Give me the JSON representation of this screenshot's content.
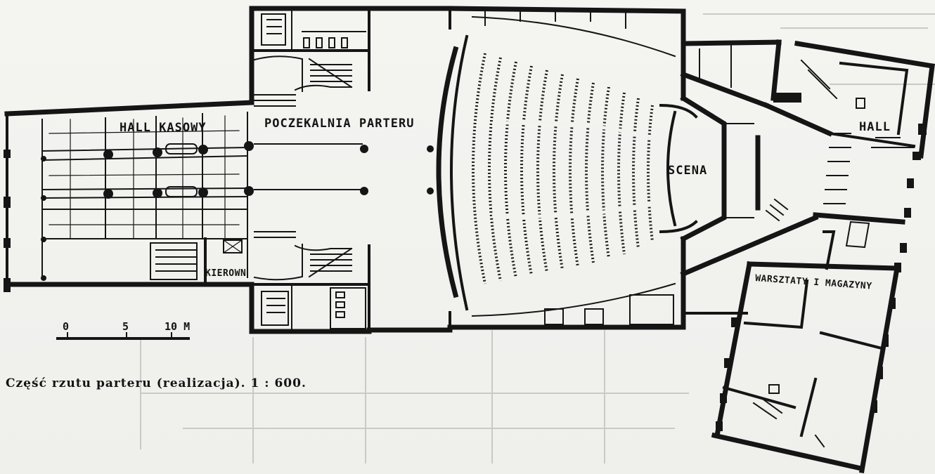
{
  "plan": {
    "labels": {
      "hall_kasowy": "HALL KASOWY",
      "poczekalnia": "POCZEKALNIA PARTERU",
      "scena": "SCENA",
      "hall": "HALL",
      "kierown": "KIEROWN",
      "warsztaty": "WARSZTATY I MAGAZYNY"
    },
    "scale_bar": {
      "marks": [
        "0",
        "5",
        "10 M"
      ]
    }
  },
  "caption": "Część rzutu parteru (realizacja). 1 : 600."
}
